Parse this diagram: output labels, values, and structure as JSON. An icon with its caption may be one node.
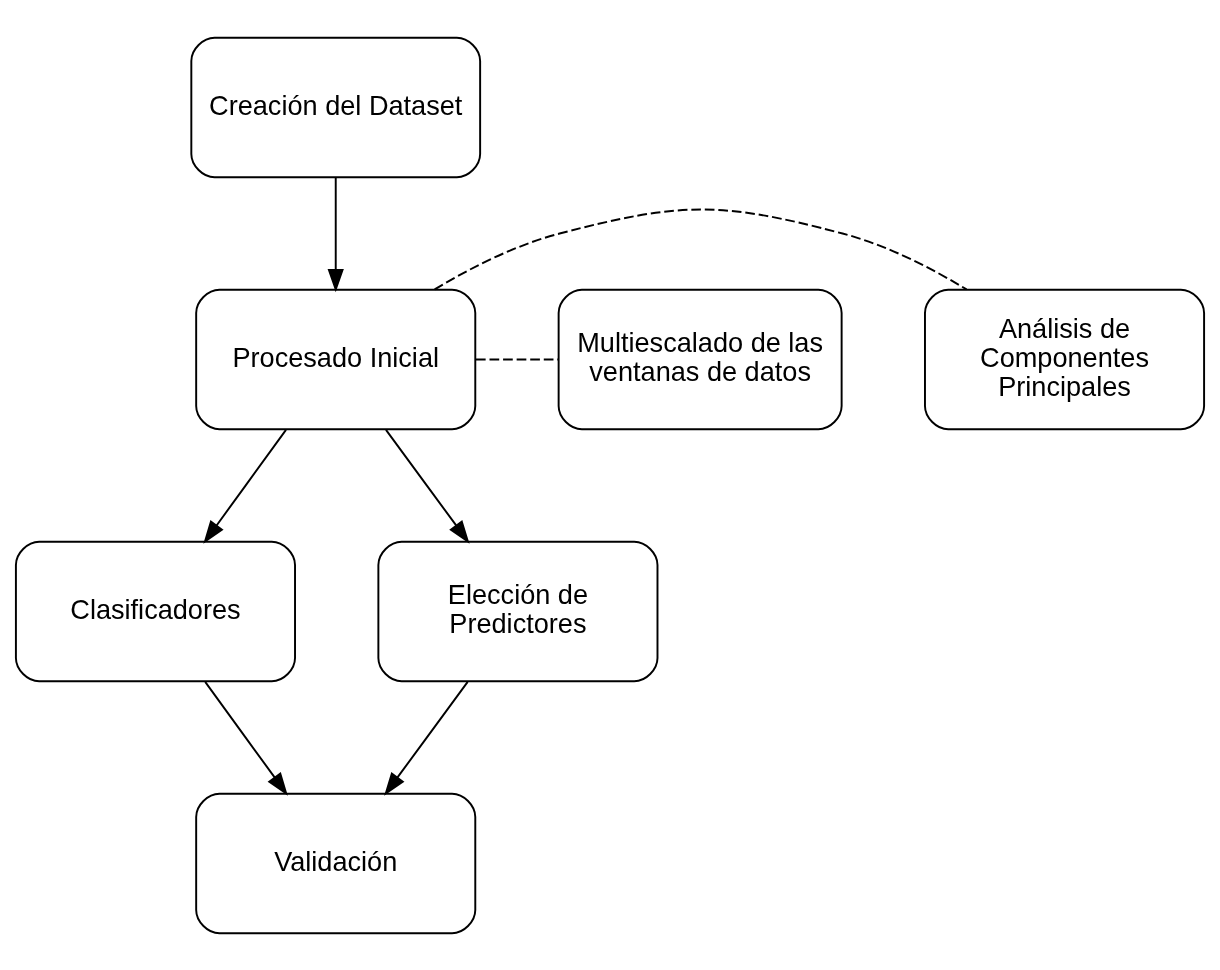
{
  "diagram": {
    "nodes": [
      {
        "text": [
          "Creación del Dataset"
        ]
      },
      {
        "text": [
          "Procesado Inicial"
        ]
      },
      {
        "text": [
          "Análisis de Componentes Principales"
        ]
      },
      {
        "text": [
          "Multiescalado de las ventanas de datos"
        ]
      },
      {
        "text": [
          "Clasificadores"
        ]
      },
      {
        "text": [
          "Elección de Predictores"
        ]
      },
      {
        "text": [
          "Validación"
        ]
      }
    ],
    "edges": [
      {
        "from": 0,
        "to": 1,
        "arrow": "to"
      },
      {
        "from": 1,
        "to": 2,
        "arrow": "none",
        "style": "dashed"
      },
      {
        "from": 1,
        "to": 3,
        "arrow": "none",
        "style": "dashed"
      },
      {
        "from": 1,
        "to": 4,
        "arrow": "to"
      },
      {
        "from": 1,
        "to": 5,
        "arrow": "to"
      },
      {
        "from": 4,
        "to": 6,
        "arrow": "to"
      },
      {
        "from": 5,
        "to": 6,
        "arrow": "to"
      }
    ]
  }
}
